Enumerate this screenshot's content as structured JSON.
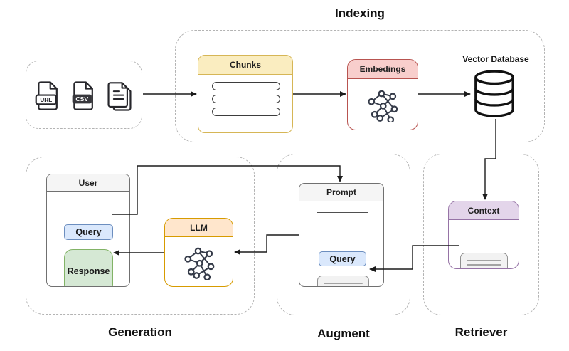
{
  "diagram": {
    "sections": {
      "indexing": {
        "label": "Indexing"
      },
      "generation": {
        "label": "Generation"
      },
      "augment": {
        "label": "Augment"
      },
      "retriever": {
        "label": "Retriever"
      }
    },
    "sources": {
      "url_label": "URL",
      "csv_label": "CSV"
    },
    "nodes": {
      "chunks": {
        "title": "Chunks"
      },
      "embeddings": {
        "title": "Embedings"
      },
      "vector_database": {
        "title": "Vector Database"
      },
      "user": {
        "title": "User",
        "query_label": "Query",
        "response_label": "Response"
      },
      "llm": {
        "title": "LLM"
      },
      "prompt": {
        "title": "Prompt",
        "query_label": "Query"
      },
      "context": {
        "title": "Context"
      }
    },
    "colors": {
      "chunks_fill": "#faedc0",
      "chunks_border": "#d6b656",
      "embeddings_fill": "#f8cecc",
      "embeddings_border": "#b85450",
      "llm_fill": "#ffe6cc",
      "llm_border": "#d79b00",
      "query_fill": "#dae8fc",
      "query_border": "#6c8ebf",
      "response_fill": "#d5e8d4",
      "response_border": "#82b366",
      "context_fill": "#e3d5ea",
      "context_border": "#9673a6",
      "header_gray_fill": "#f5f5f5",
      "connector": "#1b1b1b"
    }
  }
}
